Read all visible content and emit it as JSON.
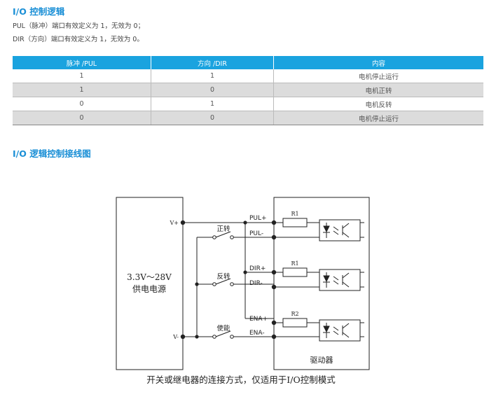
{
  "section1": {
    "title": "I/O 控制逻辑",
    "line1": "PUL（脉冲）端口有效定义为 1，无效为 0；",
    "line2": "DIR（方向）端口有效定义为 1，无效为 0。"
  },
  "table": {
    "headers": [
      "脉冲 /PUL",
      "方向 /DIR",
      "内容"
    ],
    "rows": [
      [
        "1",
        "1",
        "电机停止运行"
      ],
      [
        "1",
        "0",
        "电机正转"
      ],
      [
        "0",
        "1",
        "电机反转"
      ],
      [
        "0",
        "0",
        "电机停止运行"
      ]
    ]
  },
  "section2": {
    "title": "I/O 逻辑控制接线图"
  },
  "diagram": {
    "supply_label_1": "3.3V～28V",
    "supply_label_2": "供电电源",
    "vplus": "V+",
    "vminus": "V-",
    "driver_label": "驱动器",
    "switches": [
      "正转",
      "反转",
      "使能"
    ],
    "pins": [
      "PUL+",
      "PUL-",
      "DIR+",
      "DIR-",
      "ENA+",
      "ENA-"
    ],
    "resistors": [
      "R1",
      "R1",
      "R2"
    ],
    "caption": "开关或继电器的连接方式，仅适用于I/O控制模式"
  },
  "colors": {
    "accent": "#1a8fd6",
    "table_header": "#1aa3df",
    "row_alt": "#dcdcdc"
  }
}
